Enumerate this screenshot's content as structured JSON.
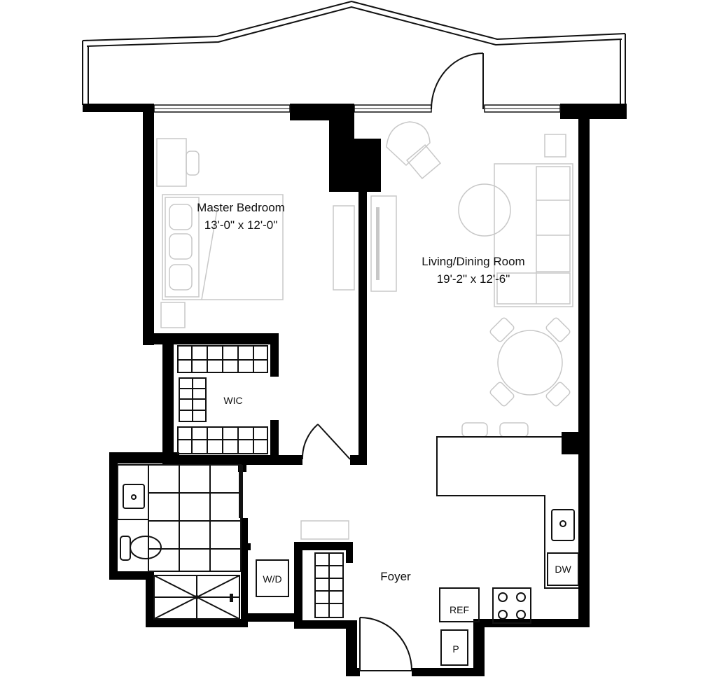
{
  "rooms": {
    "master_bedroom": {
      "name": "Master Bedroom",
      "size": "13'-0\" x 12'-0\""
    },
    "living_dining": {
      "name": "Living/Dining Room",
      "size": "19'-2\" x 12'-6\""
    },
    "wic": {
      "name": "WIC"
    },
    "foyer": {
      "name": "Foyer"
    }
  },
  "fixtures": {
    "washer_dryer": "W/D",
    "refrigerator": "REF",
    "pantry": "P",
    "dishwasher": "DW"
  },
  "colors": {
    "wall": "#000000",
    "furniture": "#c8c8c8",
    "line": "#111111"
  }
}
